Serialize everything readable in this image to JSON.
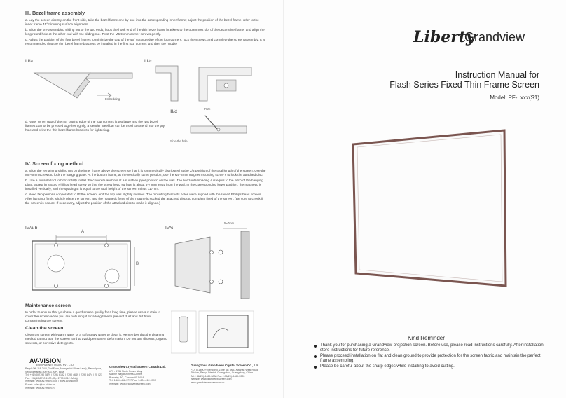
{
  "section3": {
    "title": "III. Bezel frame assembly",
    "a": "a. Lay the screen directly on the front side, take the bezel frame one by one into the corresponding inner frame; adjust the position of the bezel frame, refer to the inner frame 45° trimming surface alignment.",
    "b": "b. Slide the pre-assembled sliding nut to the two ends, hook the hook end of the thin bezel frame brackets to the outermost slot of the decorative frame, and align the long round hole at the other end with the sliding nut. Twist the M5X6mm corner screws gently.",
    "c": "c. Adjust the position of the four bezel frames to minimize the gap of the 45° cutting edge of the four corners, lock the screws, and complete the screen assembly. It is recommended that the thin bezel frame brackets be installed in the first four corners and then the middle.",
    "fig_a": "III/a",
    "fig_c": "III/c",
    "fig_d": "III/d",
    "embedding": "Embedding",
    "prize": "Prize",
    "prize_hole": "Prize the hole",
    "d": "d. Note: When gap of the 45° cutting edge of the four corners is too large and the two bezel frames cannot be pressed together tightly, a slender steel bar can be used to extend into the pry hole and prize the thin bezel frame brackets for tightening."
  },
  "section4": {
    "title": "IV. Screen fixing method",
    "a": "a. Slide the remaining sliding nut on the inner frame above the screen so that it is symmetrically distributed at the 2/3 position of the total length of the screen. Use the M5*6mm screws to lock the hanging plate. At the bottom frame, at the vertically same position, use the M5*8mm magnet mounting screw s to lock the attached disc.",
    "b": "b. Use a suitable tool to horizontally install the concrete anchors at a suitable upper position on the wall. The horizontal spacing A is equal to the pitch of the hanging plate. Screw in a 5x50 Phillips head screw so that the screw head surface is about 5-7 mm away from the wall. In the corresponding lower position, the magnetic is installed vertically, and the spacing B is equal to the total height of the screen minus 117mm.",
    "c": "c. Need two persons cooperated to lift the screen, and the top was slightly inclined. The mounting brackets holes were aligned with the raised Phillips head screws. After hanging firmly, slightly place the screen, and the magnetic force of the magnetic sucked the attached discs to complete fixed of the screen. (Be sure to check if the screen is secure. If necessary, adjust the position of the attached disc to make it aligned.)",
    "fig_ab": "IV/a-b",
    "fig_c": "IV/c",
    "dim_a": "A",
    "dim_b": "B",
    "dim_gap": "5~7mm"
  },
  "maintenance": {
    "title": "Maintenance screen",
    "text": "In order to ensure that you have a good screen quality for a long time, please use a curtain to cover the screen when you are not using it for a long time to prevent dust and dirt from contaminating the screen."
  },
  "clean": {
    "title": "Clean the screen",
    "text": "Clean the screen with warm water or a soft soapy water to clean it. Remember that the cleaning method cannot tear the screen hard to avoid permanent deformation. Do not use diluents, organic solvents, or corrosive detergents."
  },
  "contacts": {
    "av_logo": "AV-VISION",
    "av_sub": "EQUIPMENTS (INDIA) PVT. LTD.",
    "av_lines": [
      "Regd. Off: 1-8-24/4, 2nd Floor, Ananyashri Plaza Lane), Rasoolpura, Secunderabad-500 003. A.P., India",
      "Tel: +91(40)2790 5879 / 2791 6192 / 2790 4649 / 2790 8474 / 20 / 21",
      "Fax: +91(40)2790 1900 (O) / 2790 4912 (Mktg)",
      "Website: www.av-vision.co.in / www.av-vision.in",
      "E-mail: sales@av-vision.in",
      "Website: www.av-vision.in"
    ],
    "canada_title": "Grandview Crystal Screen Canada Ltd.",
    "canada_lines": [
      "#71 - 5751 North Fraser Way,",
      "Marine Way Business Centre,",
      "Burnaby, BC, Canada V5J 4Y4",
      "Tel: 1-604-412-9777   Fax: 1-604-412-9799",
      "Website: www.grandviewscreen.com"
    ],
    "china_title": "Guangzhou Grandview Crystal Screen Co., Ltd.",
    "china_lines": [
      "P.O. 511400 Federal Ind. Zone No. 963, Xiashan West Road,",
      "Shiqiao, Panyu District, Guangzhou, Guangdong, China",
      "Tel: +86(20)-8489-5888   Fax: +86(20)-8489-5333",
      "Website: www.grandviewscreen.com",
      "www.grandviewscreen.com.cn"
    ]
  },
  "brand": {
    "name_script": "Liberty",
    "name": "Grandview"
  },
  "title": {
    "line1": "Instruction Manual for",
    "line2": "Flash Series Fixed Thin Frame Screen",
    "model": "Model: PF-Lxxx(S1)"
  },
  "reminder": {
    "title": "Kind Reminder",
    "items": [
      "Thank you for purchasing a Grandview projection screen. Before use, please read instructions carefully. After installation, store instructions for future reference.",
      "Please proceed installation on flat and clean ground to provide protection for the screen fabric and maintain the perfect frame assembling.",
      "Please be careful about the sharp edges while installing to avoid cutting."
    ]
  }
}
